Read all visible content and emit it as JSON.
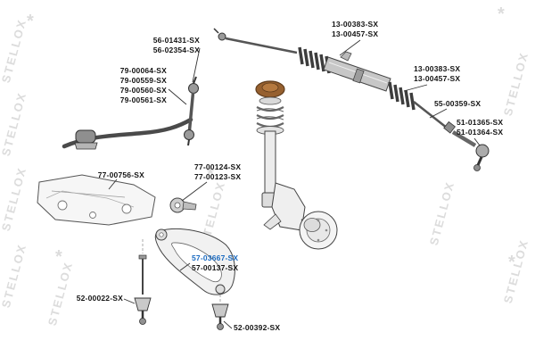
{
  "watermark": {
    "text": "STELLOX",
    "star": "*",
    "color": "#dcdcdc"
  },
  "colors": {
    "highlight": "#1a6ac0",
    "label": "#141414",
    "line_art": "#444444",
    "strut_mount_brown": "#96602f"
  },
  "highlighted_part": "57-03667-SX",
  "labels": {
    "stabilizer_link": [
      "56-01431-SX",
      "56-02354-SX"
    ],
    "stabilizer_bushings": [
      "79-00064-SX",
      "79-00559-SX",
      "79-00560-SX",
      "79-00561-SX"
    ],
    "subframe": [
      "77-00756-SX"
    ],
    "control_arm_bushing": [
      "77-00124-SX",
      "77-00123-SX"
    ],
    "control_arm": [
      "57-03667-SX",
      "57-00137-SX"
    ],
    "ball_joint_left": [
      "52-00022-SX"
    ],
    "ball_joint_center": [
      "52-00392-SX"
    ],
    "steering_rack": [
      "13-00383-SX",
      "13-00457-SX"
    ],
    "steering_bellows": [
      "13-00383-SX",
      "13-00457-SX"
    ],
    "tie_rod": [
      "55-00359-SX"
    ],
    "tie_rod_end": [
      "51-01365-SX",
      "51-01364-SX"
    ]
  }
}
